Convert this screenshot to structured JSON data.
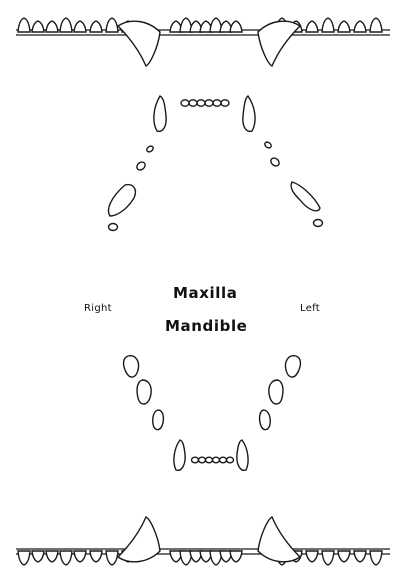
{
  "labels": {
    "maxilla": "Maxilla",
    "mandible": "Mandible",
    "right": "Right",
    "left": "Left"
  },
  "colors": {
    "ink": "#1a1a1a",
    "tooth_fill": "#ffffff",
    "background": "#ffffff"
  }
}
